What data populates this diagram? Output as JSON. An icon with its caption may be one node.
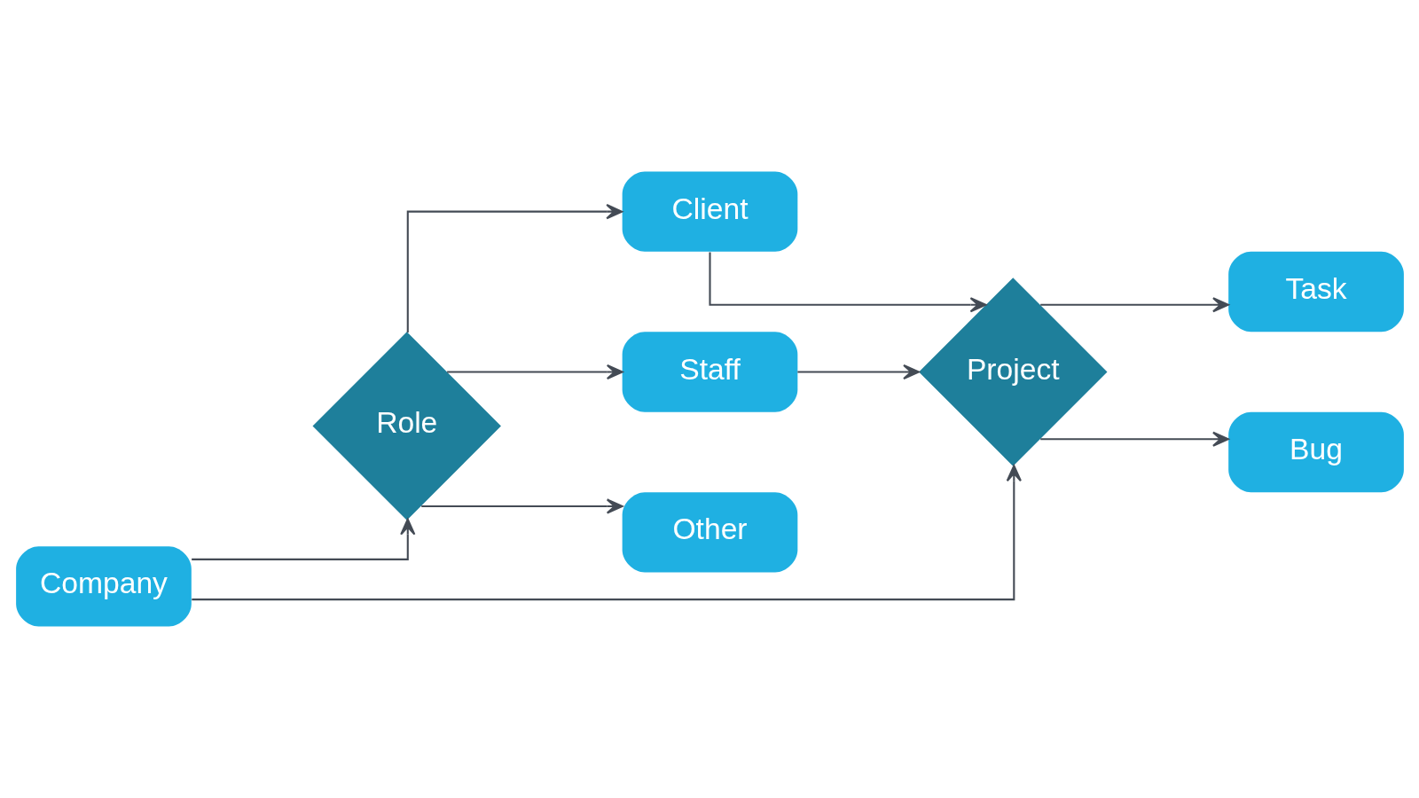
{
  "diagram": {
    "nodes": [
      {
        "text": [
          "Company"
        ]
      },
      {
        "text": [
          "Role"
        ]
      },
      {
        "text": [
          "Client"
        ]
      },
      {
        "text": [
          "Staff"
        ]
      },
      {
        "text": [
          "Other"
        ]
      },
      {
        "text": [
          "Project"
        ]
      },
      {
        "text": [
          "Task"
        ]
      },
      {
        "text": [
          "Bug"
        ]
      }
    ],
    "edges": [
      {
        "from": 0,
        "to": 1,
        "arrow": "to"
      },
      {
        "from": 1,
        "to": 2,
        "arrow": "to"
      },
      {
        "from": 1,
        "to": 3,
        "arrow": "to"
      },
      {
        "from": 1,
        "to": 4,
        "arrow": "to"
      },
      {
        "from": 0,
        "to": 5,
        "arrow": "to"
      },
      {
        "from": 2,
        "to": 5,
        "arrow": "to"
      },
      {
        "from": 3,
        "to": 5,
        "arrow": "to"
      },
      {
        "from": 5,
        "to": 6,
        "arrow": "to"
      },
      {
        "from": 5,
        "to": 7,
        "arrow": "to"
      }
    ]
  }
}
